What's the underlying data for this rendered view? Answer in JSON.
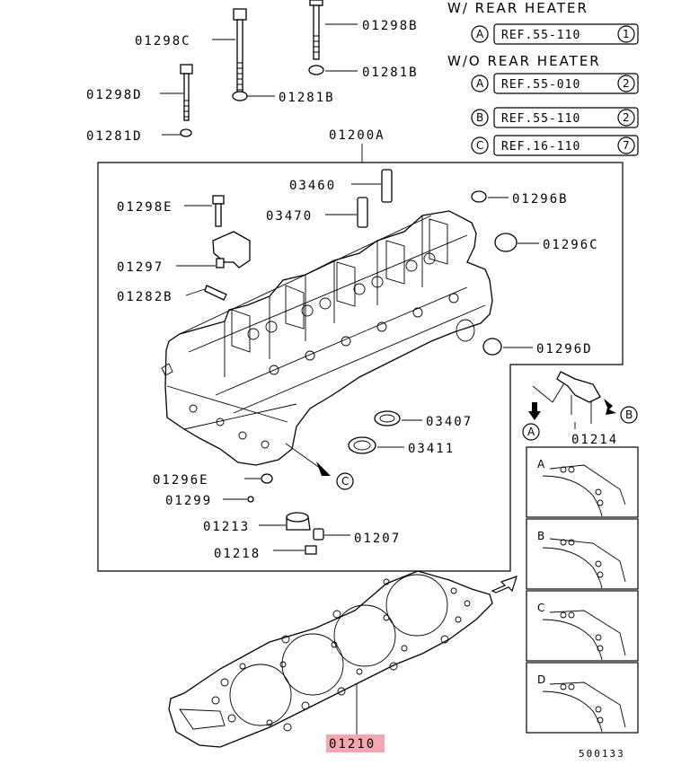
{
  "legend": {
    "with_header": "W/ REAR HEATER",
    "without_header": "W/O REAR HEATER",
    "refs": [
      {
        "marker": "A",
        "ref": "REF.55-110",
        "count": "1"
      },
      {
        "marker": "A",
        "ref": "REF.55-010",
        "count": "2"
      },
      {
        "marker": "B",
        "ref": "REF.55-110",
        "count": "2"
      },
      {
        "marker": "C",
        "ref": "REF.16-110",
        "count": "7"
      }
    ]
  },
  "parts": {
    "p01298C": "01298C",
    "p01298B": "01298B",
    "p01281B_top": "01281B",
    "p01281B_mid": "01281B",
    "p01298D": "01298D",
    "p01281D": "01281D",
    "p01200A": "01200A",
    "p03460": "03460",
    "p01296B": "01296B",
    "p01298E": "01298E",
    "p03470": "03470",
    "p01296C": "01296C",
    "p01297": "01297",
    "p01282B": "01282B",
    "p01296D": "01296D",
    "p03407": "03407",
    "p03411": "03411",
    "p01214": "01214",
    "p01296E": "01296E",
    "p01299": "01299",
    "p01213": "01213",
    "p01207": "01207",
    "p01218": "01218",
    "p01210": "01210"
  },
  "markers": {
    "a": "A",
    "b": "B",
    "c": "C"
  },
  "gasket_variants": [
    "A",
    "B",
    "C",
    "D"
  ],
  "highlight_color": "#f4a7b0",
  "diagram_number": "500133"
}
